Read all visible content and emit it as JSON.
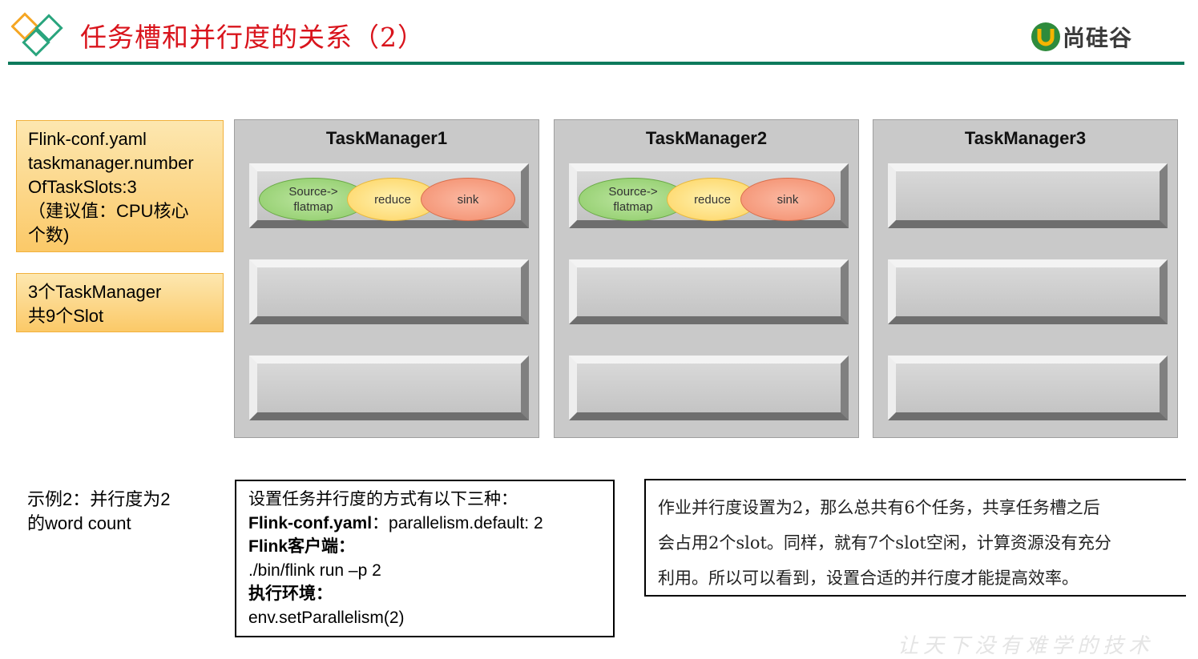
{
  "header": {
    "title": "任务槽和并行度的关系（2）",
    "brand": "尚硅谷",
    "accent_color": "#d9141c",
    "rule_color": "#0d7a5c",
    "logo_icon": "diamond-logo-icon"
  },
  "notes": {
    "config_lines": [
      "Flink-conf.yaml",
      "taskmanager.number",
      "OfTaskSlots:3",
      "（建议值：CPU核心",
      "个数)"
    ],
    "count_lines": [
      "3个TaskManager",
      "共9个Slot"
    ]
  },
  "task_managers": [
    {
      "name": "TaskManager1"
    },
    {
      "name": "TaskManager2"
    },
    {
      "name": "TaskManager3"
    }
  ],
  "operators": {
    "source": [
      "Source->",
      "flatmap"
    ],
    "reduce": "reduce",
    "sink": "sink"
  },
  "example": {
    "lines": [
      "示例2：并行度为2",
      "的word count"
    ]
  },
  "methods": {
    "intro": "设置任务并行度的方式有以下三种：",
    "conf_label": "Flink-conf.yaml",
    "conf_value": "：parallelism.default: 2",
    "client_label": "Flink客户端：",
    "client_value": "./bin/flink run –p 2",
    "env_label": "执行环境：",
    "env_value": "env.setParallelism(2)"
  },
  "summary": {
    "lines": [
      "作业并行度设置为2，那么总共有6个任务，共享任务槽之后",
      "会占用2个slot。同样，就有7个slot空闲，计算资源没有充分",
      "利用。所以可以看到，设置合适的并行度才能提高效率。"
    ]
  },
  "watermark": "让天下没有难学的技术"
}
